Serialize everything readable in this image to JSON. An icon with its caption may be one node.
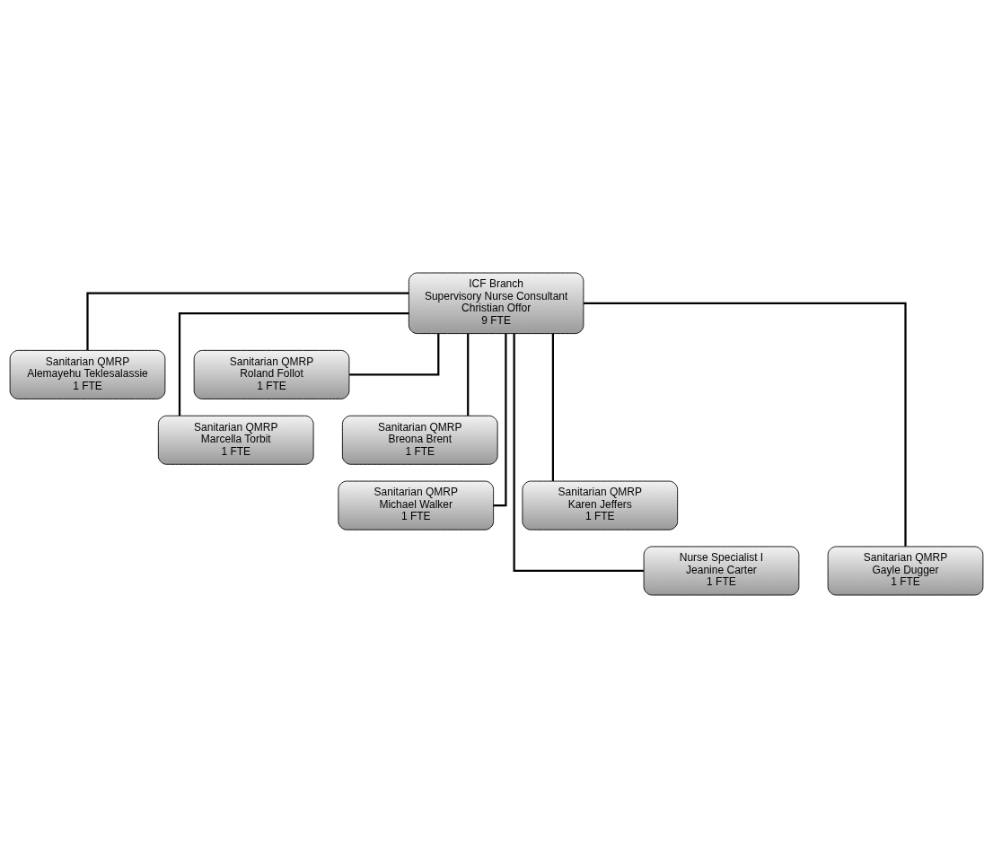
{
  "diagram": {
    "nodes": [
      {
        "text": [
          "ICF Branch",
          "Supervisory Nurse Consultant",
          "Christian Offor",
          "9 FTE"
        ]
      },
      {
        "text": [
          "Sanitarian QMRP",
          "Alemayehu Teklesalassie",
          "1 FTE"
        ]
      },
      {
        "text": [
          "Sanitarian QMRP",
          "Roland Follot",
          "1 FTE"
        ]
      },
      {
        "text": [
          "Sanitarian QMRP",
          "Marcella Torbit",
          "1 FTE"
        ]
      },
      {
        "text": [
          "Sanitarian QMRP",
          "Breona Brent",
          "1 FTE"
        ]
      },
      {
        "text": [
          "Sanitarian QMRP",
          "Michael Walker",
          "1 FTE"
        ]
      },
      {
        "text": [
          "Sanitarian QMRP",
          "Karen Jeffers",
          "1 FTE"
        ]
      },
      {
        "text": [
          "Nurse Specialist I",
          "Jeanine Carter",
          "1 FTE"
        ]
      },
      {
        "text": [
          "Sanitarian QMRP",
          "Gayle Dugger",
          "1 FTE"
        ]
      }
    ],
    "edges": [
      {
        "from": 0,
        "to": 1,
        "arrow": "none"
      },
      {
        "from": 0,
        "to": 2,
        "arrow": "none"
      },
      {
        "from": 0,
        "to": 3,
        "arrow": "none"
      },
      {
        "from": 0,
        "to": 4,
        "arrow": "none"
      },
      {
        "from": 0,
        "to": 5,
        "arrow": "none"
      },
      {
        "from": 0,
        "to": 6,
        "arrow": "none"
      },
      {
        "from": 0,
        "to": 7,
        "arrow": "none"
      },
      {
        "from": 0,
        "to": 8,
        "arrow": "none"
      }
    ]
  }
}
